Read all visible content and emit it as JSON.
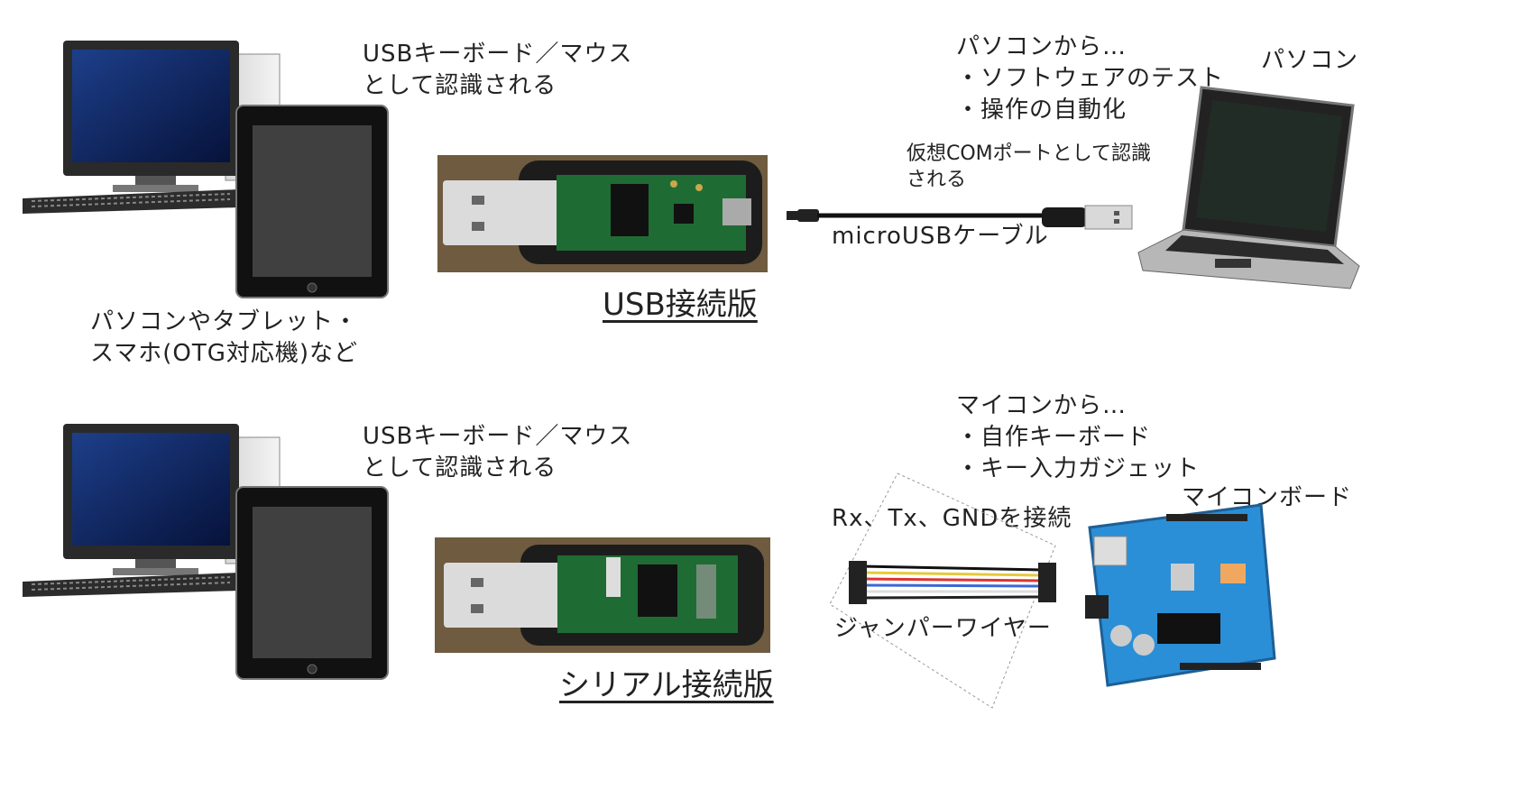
{
  "top": {
    "host_recognized": [
      "USBキーボード／マウス",
      "として認識される"
    ],
    "host_devices": [
      "パソコンやタブレット・",
      "スマホ(OTG対応機)など"
    ],
    "device_title": "USB接続版",
    "pc_uses": [
      "パソコンから…",
      "・ソフトウェアのテスト",
      "・操作の自動化"
    ],
    "pc_label": "パソコン",
    "com_port": [
      "仮想COMポートとして認識",
      "される"
    ],
    "cable_label": "microUSBケーブル"
  },
  "bottom": {
    "host_recognized": [
      "USBキーボード／マウス",
      "として認識される"
    ],
    "device_title": "シリアル接続版",
    "mcu_uses": [
      "マイコンから…",
      "・自作キーボード",
      "・キー入力ガジェット"
    ],
    "mcu_label": "マイコンボード",
    "wire_connect": "Rx、Tx、GNDを接続",
    "wire_label": "ジャンパーワイヤー"
  },
  "colors": {
    "pcb_green": "#1f6b34",
    "case_black": "#1c1c1c",
    "wood": "#7a6446",
    "board_blue": "#2a8fd6"
  }
}
